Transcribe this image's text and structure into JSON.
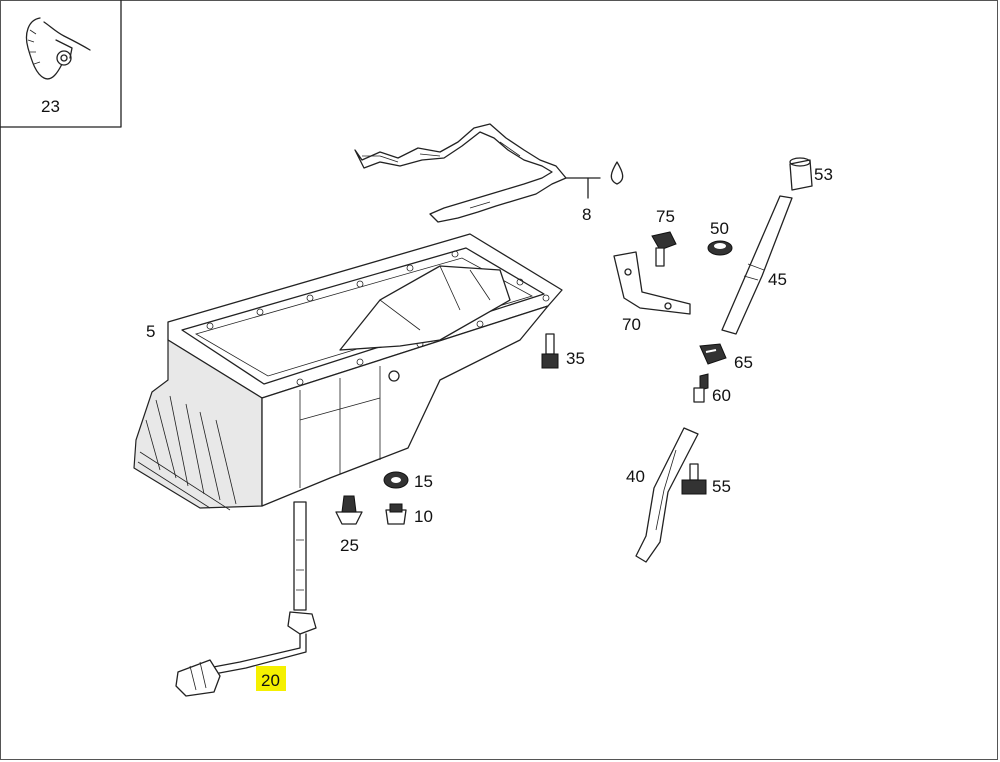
{
  "diagram": {
    "inset_label": "23",
    "labels": {
      "p5": "5",
      "p8": "8",
      "p10": "10",
      "p15": "15",
      "p20": "20",
      "p25": "25",
      "p35": "35",
      "p40": "40",
      "p45": "45",
      "p50": "50",
      "p53": "53",
      "p55": "55",
      "p60": "60",
      "p65": "65",
      "p70": "70",
      "p75": "75"
    },
    "highlighted_label": "20",
    "highlight_color": "#f5f000"
  }
}
